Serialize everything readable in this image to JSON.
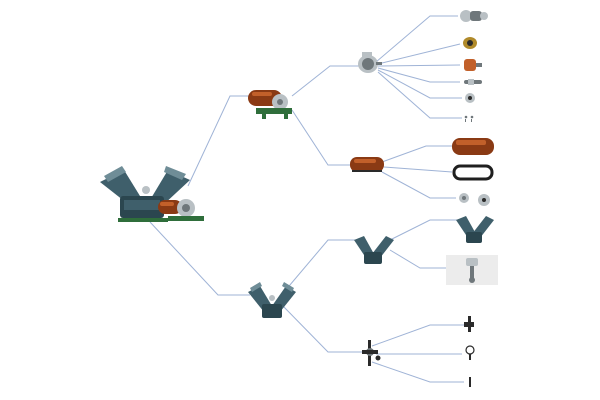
{
  "diagram": {
    "type": "exploded-assembly-tree",
    "background": "#ffffff",
    "connector_color": "#9fb3d6",
    "nodes": [
      {
        "id": "root",
        "icon": "air-compressor-assembly"
      },
      {
        "id": "motor-drive-assembly",
        "icon": "motor-belt-guard-assembly"
      },
      {
        "id": "electric-motor",
        "icon": "electric-motor"
      },
      {
        "id": "motor-part-1",
        "icon": "motor-housing-part"
      },
      {
        "id": "motor-part-2",
        "icon": "bushing"
      },
      {
        "id": "motor-part-3",
        "icon": "rotor"
      },
      {
        "id": "motor-part-4",
        "icon": "shaft"
      },
      {
        "id": "motor-part-5",
        "icon": "bearing"
      },
      {
        "id": "motor-part-6",
        "icon": "small-fasteners"
      },
      {
        "id": "belt-guard",
        "icon": "belt-guard"
      },
      {
        "id": "guard-part-1",
        "icon": "guard-cover"
      },
      {
        "id": "guard-part-2",
        "icon": "drive-belt"
      },
      {
        "id": "guard-part-3",
        "icon": "pulley"
      },
      {
        "id": "compressor-pump",
        "icon": "v-twin-pump"
      },
      {
        "id": "pump-head",
        "icon": "cylinder-head"
      },
      {
        "id": "pump-head-part-1",
        "icon": "cylinder-block"
      },
      {
        "id": "pump-head-part-2",
        "icon": "piston-connecting-rod"
      },
      {
        "id": "crankshaft-assembly",
        "icon": "crankshaft-assembly"
      },
      {
        "id": "crank-part-1",
        "icon": "flywheel"
      },
      {
        "id": "crank-part-2",
        "icon": "gauge"
      },
      {
        "id": "crank-part-3",
        "icon": "pin"
      }
    ]
  }
}
